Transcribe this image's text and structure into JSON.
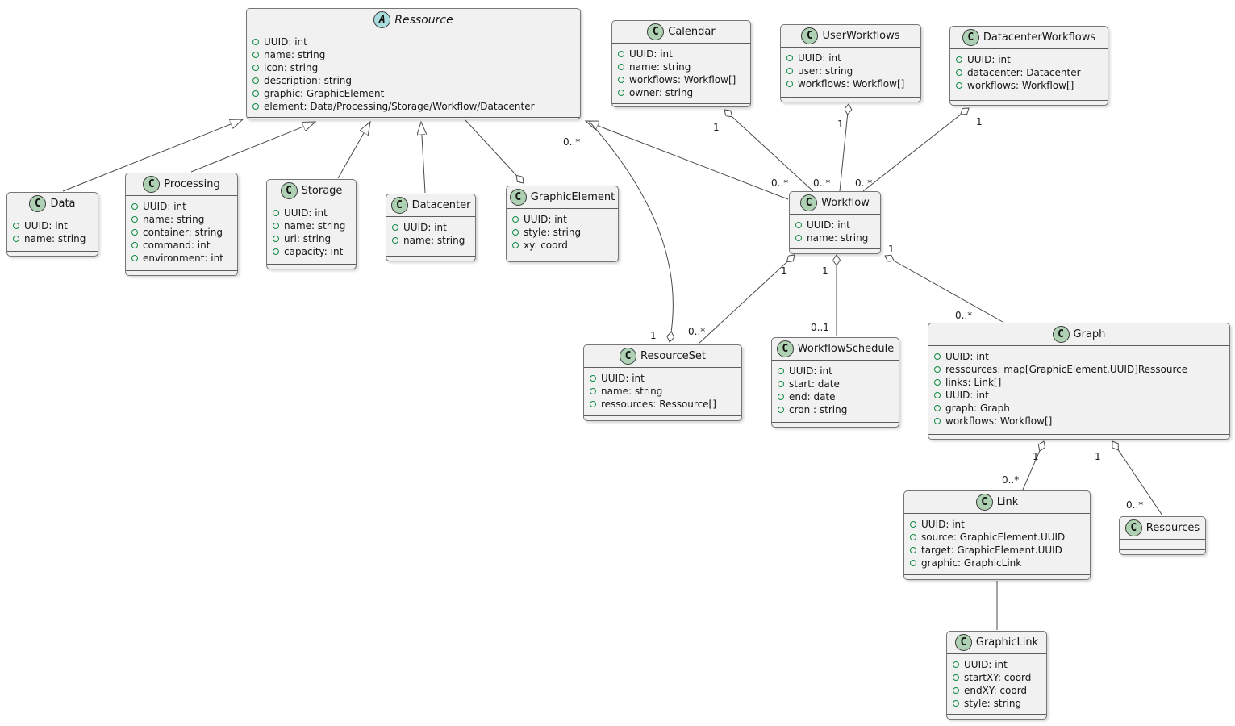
{
  "diagram": {
    "kind": "uml-class-diagram"
  },
  "colors": {
    "box_fill": "#F1F1F1",
    "class_icon_bg": "#ADD1B2",
    "abstract_icon_bg": "#A9DCDF",
    "field_icon_color": "#0F8A43",
    "edge_color": "#4A4A4A"
  },
  "classes": {
    "ressource": {
      "badge": "A",
      "stereotype": "abstract",
      "name": "Ressource",
      "attrs": [
        "UUID: int",
        "name: string",
        "icon: string",
        "description: string",
        "graphic: GraphicElement",
        "element: Data/Processing/Storage/Workflow/Datacenter"
      ]
    },
    "calendar": {
      "badge": "C",
      "name": "Calendar",
      "attrs": [
        "UUID: int",
        "name: string",
        "workflows: Workflow[]",
        "owner: string"
      ]
    },
    "user_workflows": {
      "badge": "C",
      "name": "UserWorkflows",
      "attrs": [
        "UUID: int",
        "user: string",
        "workflows: Workflow[]"
      ]
    },
    "datacenter_workflows": {
      "badge": "C",
      "name": "DatacenterWorkflows",
      "attrs": [
        "UUID: int",
        "datacenter: Datacenter",
        "workflows: Workflow[]"
      ]
    },
    "data": {
      "badge": "C",
      "name": "Data",
      "attrs": [
        "UUID: int",
        "name: string"
      ]
    },
    "processing": {
      "badge": "C",
      "name": "Processing",
      "attrs": [
        "UUID: int",
        "name: string",
        "container: string",
        "command: int",
        "environment: int"
      ]
    },
    "storage": {
      "badge": "C",
      "name": "Storage",
      "attrs": [
        "UUID: int",
        "name: string",
        "url: string",
        "capacity: int"
      ]
    },
    "datacenter": {
      "badge": "C",
      "name": "Datacenter",
      "attrs": [
        "UUID: int",
        "name: string"
      ]
    },
    "graphic_element": {
      "badge": "C",
      "name": "GraphicElement",
      "attrs": [
        "UUID: int",
        "style: string",
        "xy: coord"
      ]
    },
    "workflow": {
      "badge": "C",
      "name": "Workflow",
      "attrs": [
        "UUID: int",
        "name: string"
      ]
    },
    "resource_set": {
      "badge": "C",
      "name": "ResourceSet",
      "attrs": [
        "UUID: int",
        "name: string",
        "ressources: Ressource[]"
      ]
    },
    "workflow_schedule": {
      "badge": "C",
      "name": "WorkflowSchedule",
      "attrs": [
        "UUID: int",
        "start: date",
        "end: date",
        "cron : string"
      ]
    },
    "graph": {
      "badge": "C",
      "name": "Graph",
      "attrs": [
        "UUID: int",
        "ressources: map[GraphicElement.UUID]Ressource",
        "links: Link[]",
        "UUID: int",
        "graph: Graph",
        "workflows: Workflow[]"
      ]
    },
    "link": {
      "badge": "C",
      "name": "Link",
      "attrs": [
        "UUID: int",
        "source: GraphicElement.UUID",
        "target: GraphicElement.UUID",
        "graphic: GraphicLink"
      ]
    },
    "resources": {
      "badge": "C",
      "name": "Resources",
      "attrs": []
    },
    "graphic_link": {
      "badge": "C",
      "name": "GraphicLink",
      "attrs": [
        "UUID: int",
        "startXY: coord",
        "endXY: coord",
        "style: string"
      ]
    }
  },
  "relations": {
    "data_extends_ressource": {
      "type": "generalization",
      "child": "Data",
      "parent": "Ressource"
    },
    "processing_extends_ressource": {
      "type": "generalization",
      "child": "Processing",
      "parent": "Ressource"
    },
    "storage_extends_ressource": {
      "type": "generalization",
      "child": "Storage",
      "parent": "Ressource"
    },
    "datacenter_extends_ressource": {
      "type": "generalization",
      "child": "Datacenter",
      "parent": "Ressource"
    },
    "workflow_extends_ressource": {
      "type": "generalization",
      "child": "Workflow",
      "parent": "Ressource"
    },
    "graphicelement_aggregates_ressource": {
      "type": "aggregation",
      "owner": "GraphicElement",
      "other": "Ressource"
    },
    "resourceset_aggregates_ressource": {
      "type": "aggregation",
      "owner": "ResourceSet",
      "owner_mult": "1",
      "other": "Ressource",
      "other_mult": "0..*"
    },
    "calendar_aggregates_workflow": {
      "type": "aggregation",
      "owner": "Calendar",
      "owner_mult": "1",
      "other": "Workflow",
      "other_mult": "0..*"
    },
    "userworkflows_aggregates_workflow": {
      "type": "aggregation",
      "owner": "UserWorkflows",
      "owner_mult": "1",
      "other": "Workflow",
      "other_mult": "0..*"
    },
    "datacenterworkflows_aggregates_workflow": {
      "type": "aggregation",
      "owner": "DatacenterWorkflows",
      "owner_mult": "1",
      "other": "Workflow",
      "other_mult": "0..*"
    },
    "workflow_aggregates_resourceset": {
      "type": "aggregation",
      "owner": "Workflow",
      "owner_mult": "1",
      "other": "ResourceSet",
      "other_mult": "0..*"
    },
    "workflow_aggregates_workflowschedule": {
      "type": "aggregation",
      "owner": "Workflow",
      "owner_mult": "1",
      "other": "WorkflowSchedule",
      "other_mult": "0..1"
    },
    "workflow_aggregates_graph": {
      "type": "aggregation",
      "owner": "Workflow",
      "owner_mult": "1",
      "other": "Graph",
      "other_mult": "0..*"
    },
    "graph_aggregates_link": {
      "type": "aggregation",
      "owner": "Graph",
      "owner_mult": "1",
      "other": "Link",
      "other_mult": "0..*"
    },
    "graph_aggregates_resources": {
      "type": "aggregation",
      "owner": "Graph",
      "owner_mult": "1",
      "other": "Resources",
      "other_mult": "0..*"
    },
    "link_has_graphiclink": {
      "type": "association",
      "from": "Link",
      "to": "GraphicLink"
    }
  }
}
